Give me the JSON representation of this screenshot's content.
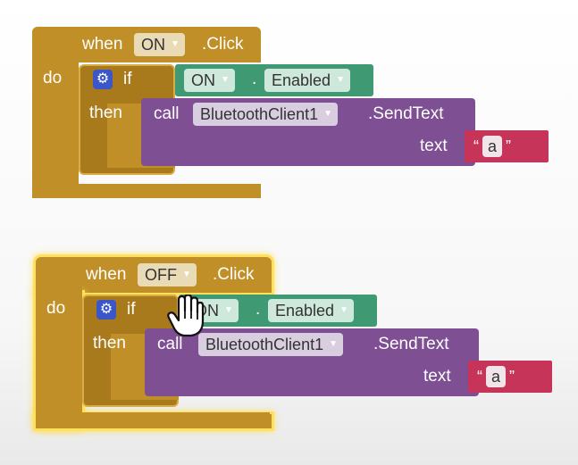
{
  "blocks": [
    {
      "event_word": "when",
      "component": "ON",
      "event": ".Click",
      "do_label": "do",
      "if_label": "if",
      "condition_component": "ON",
      "condition_sep": ".",
      "condition_property": "Enabled",
      "then_label": "then",
      "call_label": "call",
      "call_component": "BluetoothClient1",
      "method": ".SendText",
      "param_label": "text",
      "param_value": "a",
      "selected": false
    },
    {
      "event_word": "when",
      "component": "OFF",
      "event": ".Click",
      "do_label": "do",
      "if_label": "if",
      "condition_component": "ON",
      "condition_sep": ".",
      "condition_property": "Enabled",
      "then_label": "then",
      "call_label": "call",
      "call_component": "BluetoothClient1",
      "method": ".SendText",
      "param_label": "text",
      "param_value": "a",
      "selected": true
    }
  ],
  "icons": {
    "dropdown": "chevron-down-icon",
    "mutator": "gear-icon",
    "cursor": "hand-cursor-icon"
  },
  "colors": {
    "event_block": "#c08f28",
    "call_block": "#7f4f93",
    "component_getter": "#3f9a74",
    "text_literal": "#c63559",
    "mutator": "#3b56c8",
    "selection_glow": "#ffe15a"
  }
}
